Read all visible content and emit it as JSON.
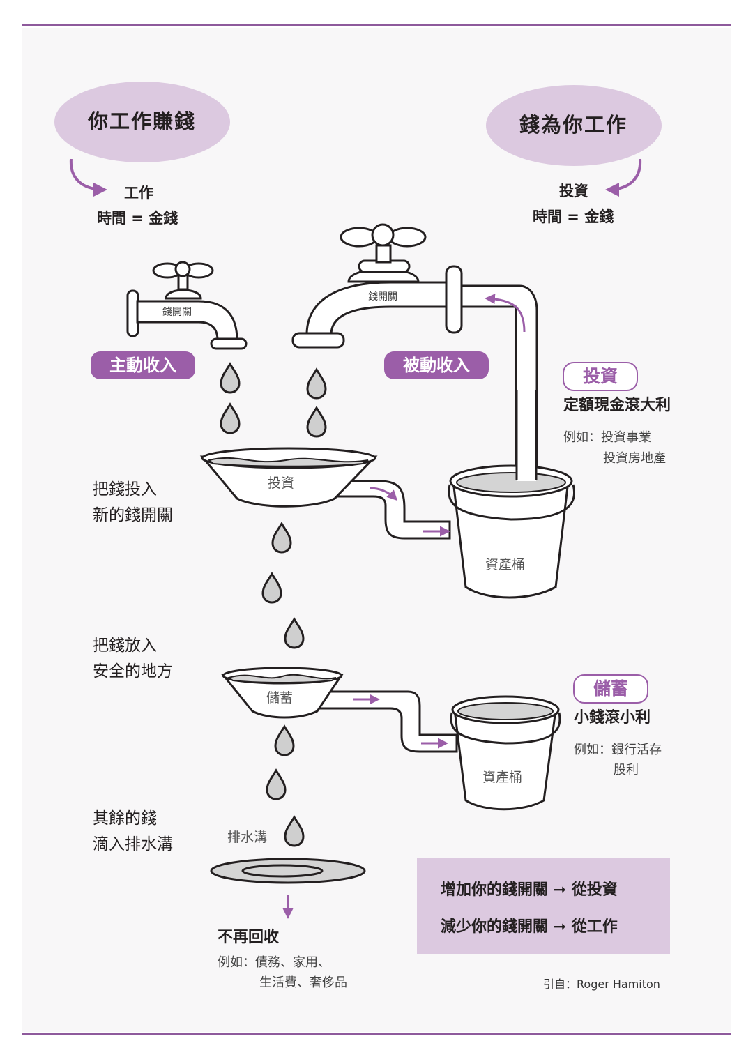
{
  "top_left": {
    "title": "你工作賺錢",
    "line1": "工作",
    "line2": "時間 = 金錢"
  },
  "top_right": {
    "title": "錢為你工作",
    "line1": "投資",
    "line2": "時間 = 金錢"
  },
  "faucets": {
    "left_label": "錢開關",
    "right_label": "錢開關"
  },
  "pills": {
    "active_income": "主動收入",
    "passive_income": "被動收入"
  },
  "invest": {
    "tag": "投資",
    "headline": "定額現金滾大利",
    "example_prefix": "例如：投資事業",
    "example_line2": "投資房地產"
  },
  "savings": {
    "tag": "儲蓄",
    "headline": "小錢滾小利",
    "example_prefix": "例如：銀行活存",
    "example_line2": "股利"
  },
  "left_labels": {
    "step1_line1": "把錢投入",
    "step1_line2": "新的錢開關",
    "step2_line1": "把錢放入",
    "step2_line2": "安全的地方",
    "step3_line1": "其餘的錢",
    "step3_line2": "滴入排水溝"
  },
  "funnels": {
    "invest": "投資",
    "savings": "儲蓄"
  },
  "buckets": {
    "top": "資產桶",
    "bottom": "資產桶"
  },
  "drain": {
    "label": "排水溝",
    "result": "不再回收",
    "example_prefix": "例如：債務、家用、",
    "example_line2": "生活費、奢侈品"
  },
  "summary": {
    "line1": "增加你的錢開關 ➞ 從投資",
    "line2": "減少你的錢開關 ➞ 從工作"
  },
  "credit": "引自：Roger Hamiton",
  "colors": {
    "accent": "#9b5ea8",
    "ellipse": "#dcc9e0",
    "box": "#dcc9e0",
    "rule": "#8e5a9c"
  }
}
